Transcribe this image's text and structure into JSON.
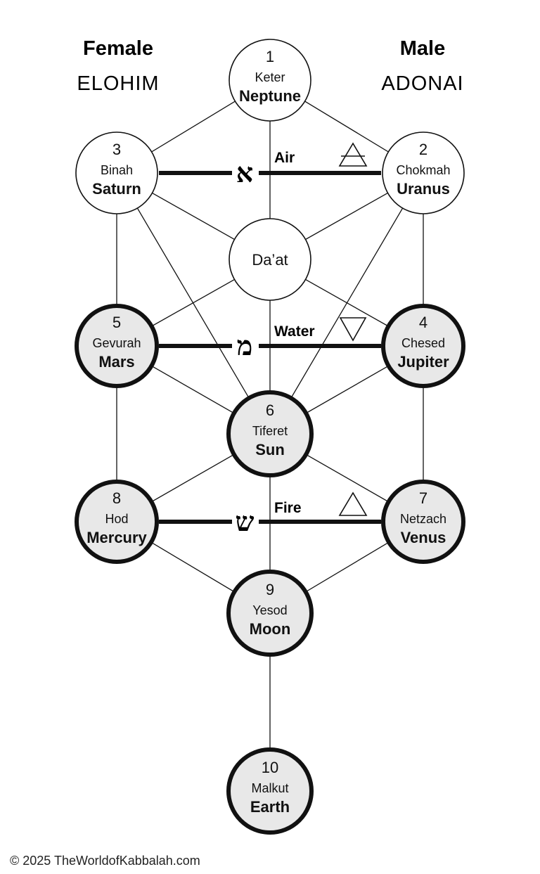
{
  "headers": {
    "left_title": "Female",
    "left_name": "ELOHIM",
    "right_title": "Male",
    "right_name": "ADONAI"
  },
  "sefirot": [
    {
      "key": "keter",
      "number": "1",
      "name": "Keter",
      "planet": "Neptune"
    },
    {
      "key": "chokmah",
      "number": "2",
      "name": "Chokmah",
      "planet": "Uranus"
    },
    {
      "key": "binah",
      "number": "3",
      "name": "Binah",
      "planet": "Saturn"
    },
    {
      "key": "daat",
      "number": "",
      "name": "Da’at",
      "planet": ""
    },
    {
      "key": "chesed",
      "number": "4",
      "name": "Chesed",
      "planet": "Jupiter"
    },
    {
      "key": "gevurah",
      "number": "5",
      "name": "Gevurah",
      "planet": "Mars"
    },
    {
      "key": "tiferet",
      "number": "6",
      "name": "Tiferet",
      "planet": "Sun"
    },
    {
      "key": "netzach",
      "number": "7",
      "name": "Netzach",
      "planet": "Venus"
    },
    {
      "key": "hod",
      "number": "8",
      "name": "Hod",
      "planet": "Mercury"
    },
    {
      "key": "yesod",
      "number": "9",
      "name": "Yesod",
      "planet": "Moon"
    },
    {
      "key": "malkut",
      "number": "10",
      "name": "Malkut",
      "planet": "Earth"
    }
  ],
  "mother_letters": [
    {
      "key": "aleph",
      "letter": "א",
      "element": "Air",
      "symbol": "air-triangle-icon"
    },
    {
      "key": "mem",
      "letter": "מ",
      "element": "Water",
      "symbol": "water-triangle-icon"
    },
    {
      "key": "shin",
      "letter": "ש",
      "element": "Fire",
      "symbol": "fire-triangle-icon"
    }
  ],
  "colors": {
    "supernal_fill": "#ffffff",
    "lower_fill": "#e8e8e8",
    "stroke": "#111111"
  },
  "footer": "© 2025 TheWorldofKabbalah.com"
}
